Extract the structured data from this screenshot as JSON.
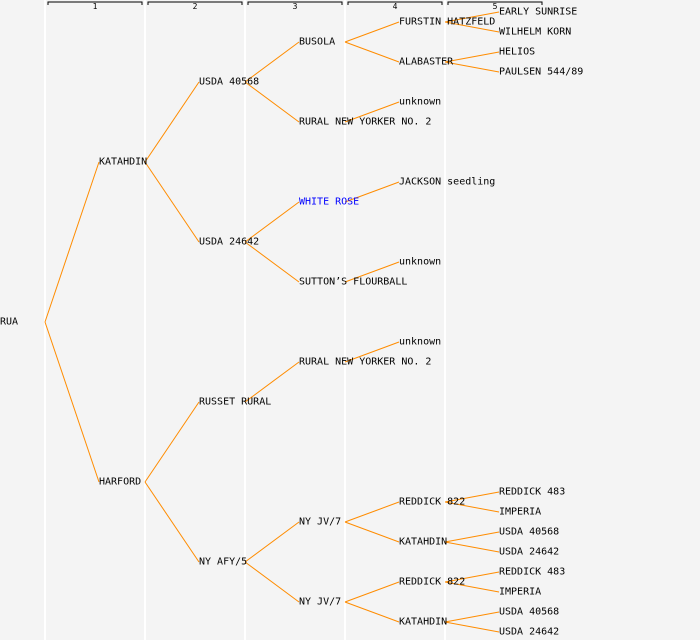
{
  "generations": [
    "1",
    "2",
    "3",
    "4",
    "5"
  ],
  "colors": {
    "line": "#ff8c00",
    "text": "#000000",
    "highlight": "#0000ff",
    "background": "#f4f4f4",
    "column_line": "#ffffff"
  },
  "root": {
    "name": "RUA"
  },
  "nodes": [
    {
      "gen": 1,
      "index": 0,
      "name": "KATAHDIN"
    },
    {
      "gen": 1,
      "index": 1,
      "name": "HARFORD"
    },
    {
      "gen": 2,
      "index": 0,
      "name": "USDA 40568"
    },
    {
      "gen": 2,
      "index": 1,
      "name": "USDA 24642"
    },
    {
      "gen": 2,
      "index": 2,
      "name": "RUSSET RURAL"
    },
    {
      "gen": 2,
      "index": 3,
      "name": "NY AFY/5"
    },
    {
      "gen": 3,
      "index": 0,
      "name": "BUSOLA"
    },
    {
      "gen": 3,
      "index": 1,
      "name": "RURAL NEW YORKER NO. 2"
    },
    {
      "gen": 3,
      "index": 2,
      "name": "WHITE ROSE",
      "highlight": true
    },
    {
      "gen": 3,
      "index": 3,
      "name": "SUTTON’S FLOURBALL"
    },
    {
      "gen": 3,
      "index": 4,
      "name": "RURAL NEW YORKER NO. 2"
    },
    {
      "gen": 3,
      "index": 6,
      "name": "NY JV/7"
    },
    {
      "gen": 3,
      "index": 7,
      "name": "NY JV/7"
    },
    {
      "gen": 4,
      "index": 0,
      "name": "FURSTIN HATZFELD"
    },
    {
      "gen": 4,
      "index": 1,
      "name": "ALABASTER"
    },
    {
      "gen": 4,
      "index": 2,
      "name": "unknown"
    },
    {
      "gen": 4,
      "index": 4,
      "name": "JACKSON seedling"
    },
    {
      "gen": 4,
      "index": 6,
      "name": "unknown"
    },
    {
      "gen": 4,
      "index": 8,
      "name": "unknown"
    },
    {
      "gen": 4,
      "index": 12,
      "name": "REDDICK 822"
    },
    {
      "gen": 4,
      "index": 13,
      "name": "KATAHDIN"
    },
    {
      "gen": 4,
      "index": 14,
      "name": "REDDICK 822"
    },
    {
      "gen": 4,
      "index": 15,
      "name": "KATAHDIN"
    },
    {
      "gen": 5,
      "index": 0,
      "name": "EARLY SUNRISE"
    },
    {
      "gen": 5,
      "index": 1,
      "name": "WILHELM KORN"
    },
    {
      "gen": 5,
      "index": 2,
      "name": "HELIOS"
    },
    {
      "gen": 5,
      "index": 3,
      "name": "PAULSEN 544/89"
    },
    {
      "gen": 5,
      "index": 24,
      "name": "REDDICK 483"
    },
    {
      "gen": 5,
      "index": 25,
      "name": "IMPERIA"
    },
    {
      "gen": 5,
      "index": 26,
      "name": "USDA 40568"
    },
    {
      "gen": 5,
      "index": 27,
      "name": "USDA 24642"
    },
    {
      "gen": 5,
      "index": 28,
      "name": "REDDICK 483"
    },
    {
      "gen": 5,
      "index": 29,
      "name": "IMPERIA"
    },
    {
      "gen": 5,
      "index": 30,
      "name": "USDA 40568"
    },
    {
      "gen": 5,
      "index": 31,
      "name": "USDA 24642"
    }
  ]
}
